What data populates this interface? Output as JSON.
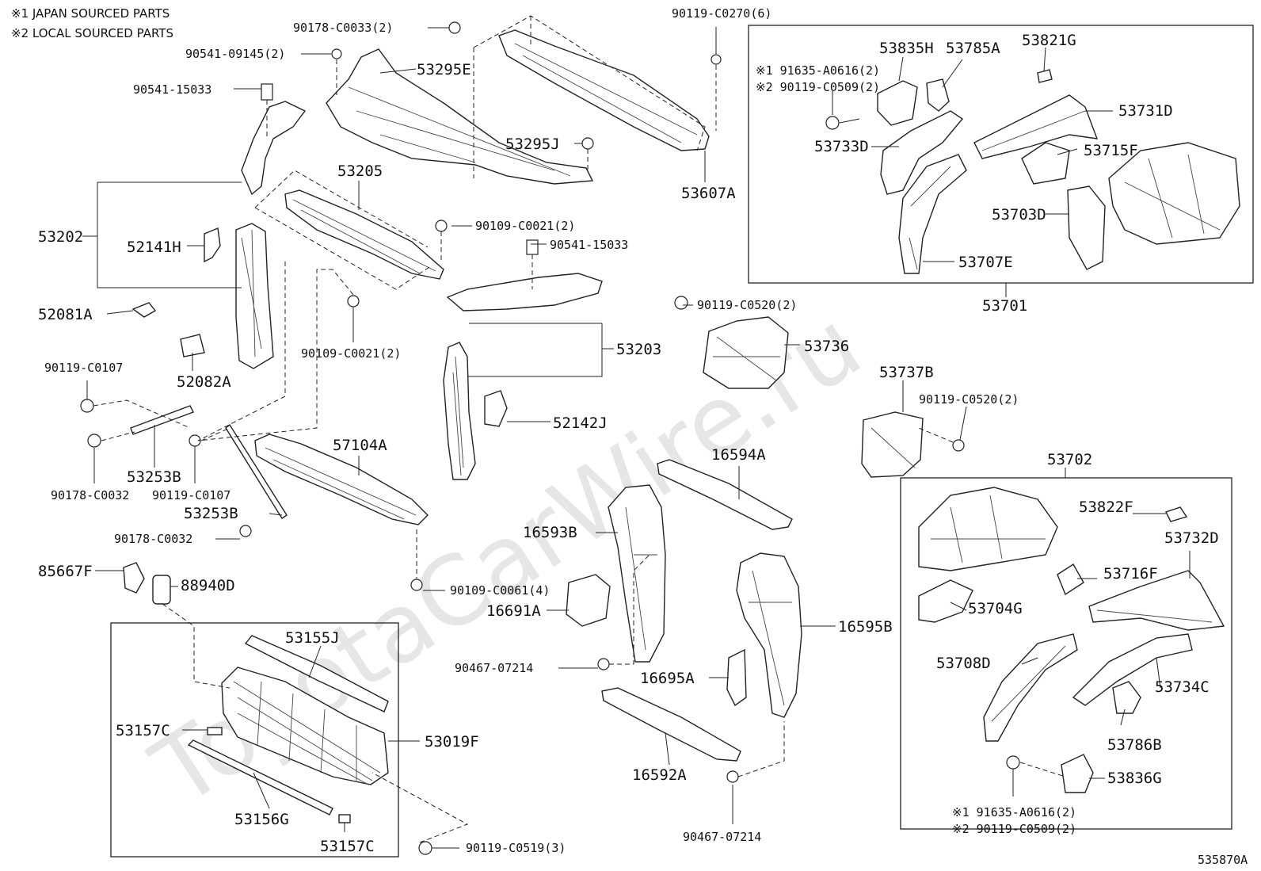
{
  "watermark": "ToyotaCarWire.ru",
  "notes": [
    "※1 JAPAN SOURCED PARTS",
    "※2 LOCAL SOURCED PARTS"
  ],
  "diagram_code": "535870A",
  "labels": {
    "l90178_C0033": "90178-C0033(2)",
    "l90119_C0270": "90119-C0270(6)",
    "l90541_09145": "90541-09145(2)",
    "l53295E": "53295E",
    "l90541_15033a": "90541-15033",
    "l53295J": "53295J",
    "l53607A": "53607A",
    "l53205": "53205",
    "l53202": "53202",
    "l52141H": "52141H",
    "l52081A": "52081A",
    "l52082A": "52082A",
    "l90109_C0021a": "90109-C0021(2)",
    "l90541_15033b": "90541-15033",
    "l90109_C0021b": "90109-C0021(2)",
    "l53203": "53203",
    "l52142J": "52142J",
    "l90119_C0107a": "90119-C0107",
    "l53253Ba": "53253B",
    "l90178_C0032a": "90178-C0032",
    "l90119_C0107b": "90119-C0107",
    "l53253Bb": "53253B",
    "l90178_C0032b": "90178-C0032",
    "l57104A": "57104A",
    "l85667F": "85667F",
    "l88940D": "88940D",
    "l90109_C0061": "90109-C0061(4)",
    "l16593B": "16593B",
    "l16691A": "16691A",
    "l90467_07214a": "90467-07214",
    "l16594A": "16594A",
    "l16595B": "16595B",
    "l16695A": "16695A",
    "l16592A": "16592A",
    "l90467_07214b": "90467-07214",
    "l53155J": "53155J",
    "l53157Ca": "53157C",
    "l53019F": "53019F",
    "l53156G": "53156G",
    "l53157Cb": "53157C",
    "l90119_C0519": "90119-C0519(3)",
    "l53835H": "53835H",
    "l53785A": "53785A",
    "l53821G": "53821G",
    "l91635_A0616a": "※1 91635-A0616(2)",
    "l90119_C0509a": "※2 90119-C0509(2)",
    "l53731D": "53731D",
    "l53733D": "53733D",
    "l53715F": "53715F",
    "l53703D": "53703D",
    "l53707E": "53707E",
    "l53701": "53701",
    "l90119_C0520a": "90119-C0520(2)",
    "l53736": "53736",
    "l53737B": "53737B",
    "l90119_C0520b": "90119-C0520(2)",
    "l53702": "53702",
    "l53822F": "53822F",
    "l53732D": "53732D",
    "l53716F": "53716F",
    "l53704G": "53704G",
    "l53708D": "53708D",
    "l53734C": "53734C",
    "l53786B": "53786B",
    "l53836G": "53836G",
    "l91635_A0616b": "※1 91635-A0616(2)",
    "l90119_C0509b": "※2 90119-C0509(2)"
  }
}
